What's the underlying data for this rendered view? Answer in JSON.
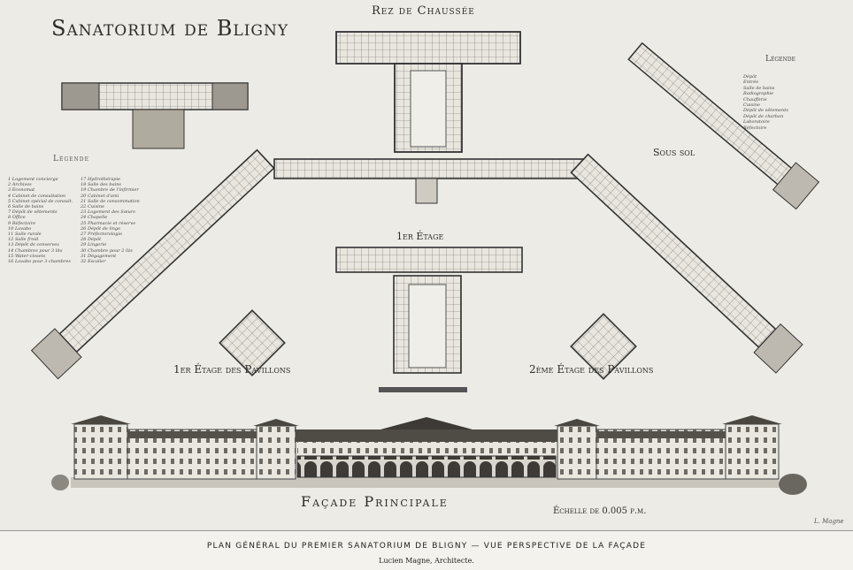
{
  "plate": {
    "title": "Sanatorium de Bligny",
    "rez_de_chaussee": "Rez de Chaussée",
    "legende_left": "Légende",
    "legende_right": "Légende",
    "sous_sol": "Sous sol",
    "premier_etage": "1er Étage",
    "pavillons_1": "1er Étage des Pavillons",
    "pavillons_2": "2ème Étage des Pavillons",
    "facade": "Façade Principale",
    "echelle": "Échelle de 0.005 p.m.",
    "signature": "L. Magne",
    "legend_items": [
      "1 Logement concierge",
      "2 Archives",
      "3 Économat",
      "4 Cabinet de consultation",
      "5 Cabinet spécial de consult.",
      "6 Salle de bains",
      "7 Dépôt de vêtements",
      "8 Office",
      "9 Réfectoire",
      "10 Lavabo",
      "11 Salle rurale",
      "12 Salle froid",
      "13 Dépôt de conserves",
      "14 Chambres pour 3 lits",
      "15 Water-closets",
      "16 Lavabo pour 3 chambres",
      "17 Hydrothérapie",
      "18 Salle des bains",
      "19 Chambre de l'infirmier",
      "20 Cabinet d'ami",
      "21 Salle de consommation",
      "22 Cuisine",
      "23 Logement des Sœurs",
      "24 Chapelle",
      "25 Pharmacie et réserve",
      "26 Dépôt de linge",
      "27 Préfectorologie",
      "28 Dépôt",
      "29 Lingerie",
      "30 Chambre pour 2 lits",
      "31 Dégagement",
      "32 Escalier"
    ],
    "legend_items_right": [
      "Dépôt",
      "Entrée",
      "Salle de bains",
      "Radiographie",
      "Chaufferie",
      "Cuisine",
      "Dépôt de vêtements",
      "Dépôt de charbon",
      "Laboratoire",
      "Réfectoire"
    ]
  },
  "caption": {
    "line1": "PLAN GÉNÉRAL DU PREMIER SANATORIUM DE BLIGNY — VUE PERSPECTIVE DE LA FAÇADE",
    "line2": "Lucien Magne, Architecte."
  }
}
